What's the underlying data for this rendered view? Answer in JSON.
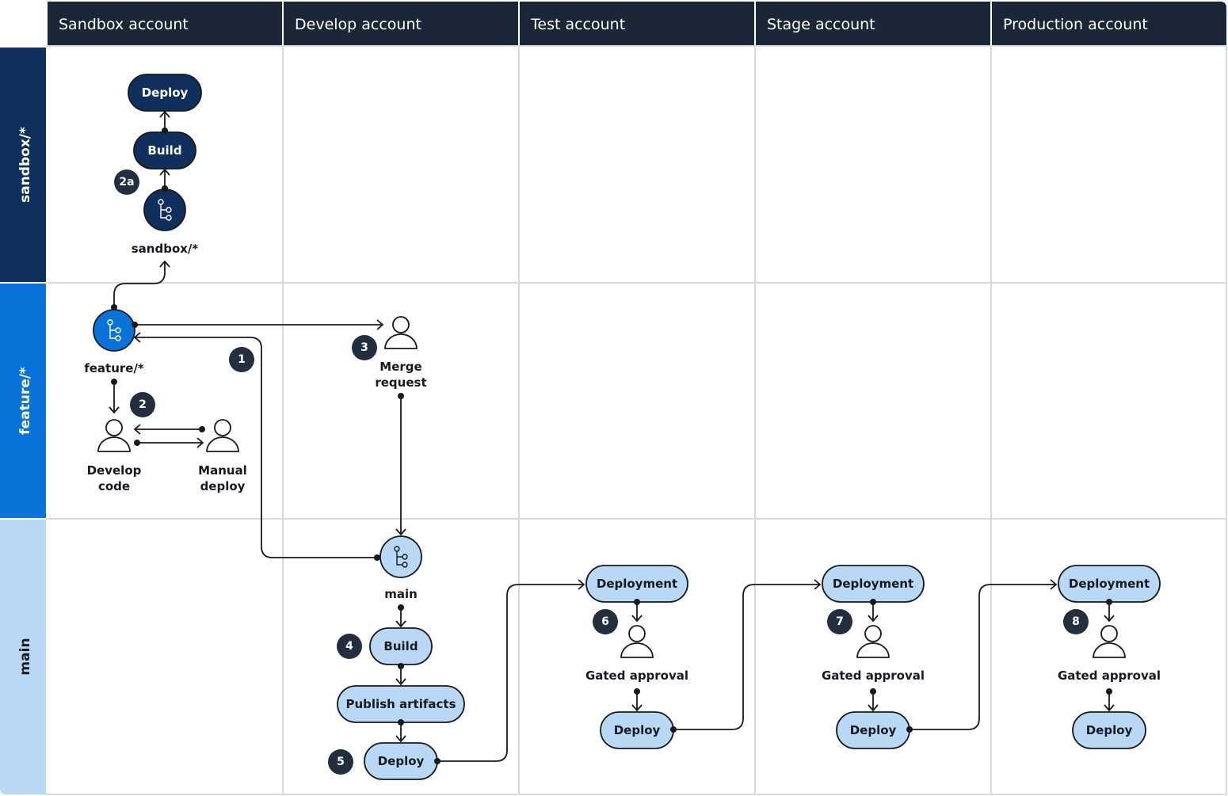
{
  "columns": [
    {
      "label": "Sandbox account"
    },
    {
      "label": "Develop account"
    },
    {
      "label": "Test account"
    },
    {
      "label": "Stage account"
    },
    {
      "label": "Production account"
    }
  ],
  "lanes": [
    {
      "label": "sandbox/*",
      "color": "#0f2f5c",
      "text_color": "#ffffff"
    },
    {
      "label": "feature/*",
      "color": "#0a73d9",
      "text_color": "#ffffff"
    },
    {
      "label": "main",
      "color": "#b8d8f5",
      "text_color": "#16191f"
    }
  ],
  "colors": {
    "header_bg": "#1b2637",
    "dark_node": "#0f2f5c",
    "feature_node": "#0a73d9",
    "light_node": "#b8d8f5",
    "badge": "#232f3e",
    "line": "#16191f",
    "grid": "#d5dbdb"
  },
  "sandbox": {
    "deploy": "Deploy",
    "build": "Build",
    "branch_label": "sandbox/*",
    "branch_icon": "git-branch-icon",
    "badge": "2a"
  },
  "feature": {
    "branch_label": "feature/*",
    "branch_icon": "git-branch-icon",
    "develop_label": [
      "Develop",
      "code"
    ],
    "manual_label": [
      "Manual",
      "deploy"
    ],
    "merge_label": [
      "Merge",
      "request"
    ],
    "badges": {
      "one": "1",
      "two": "2",
      "three": "3"
    }
  },
  "main": {
    "branch_label": "main",
    "branch_icon": "git-branch-icon",
    "build": "Build",
    "publish": "Publish artifacts",
    "deploy": "Deploy",
    "badges": {
      "four": "4",
      "five": "5"
    }
  },
  "stages": [
    {
      "deployment": "Deployment",
      "approval": "Gated approval",
      "deploy": "Deploy",
      "badge": "6"
    },
    {
      "deployment": "Deployment",
      "approval": "Gated approval",
      "deploy": "Deploy",
      "badge": "7"
    },
    {
      "deployment": "Deployment",
      "approval": "Gated approval",
      "deploy": "Deploy",
      "badge": "8"
    }
  ]
}
